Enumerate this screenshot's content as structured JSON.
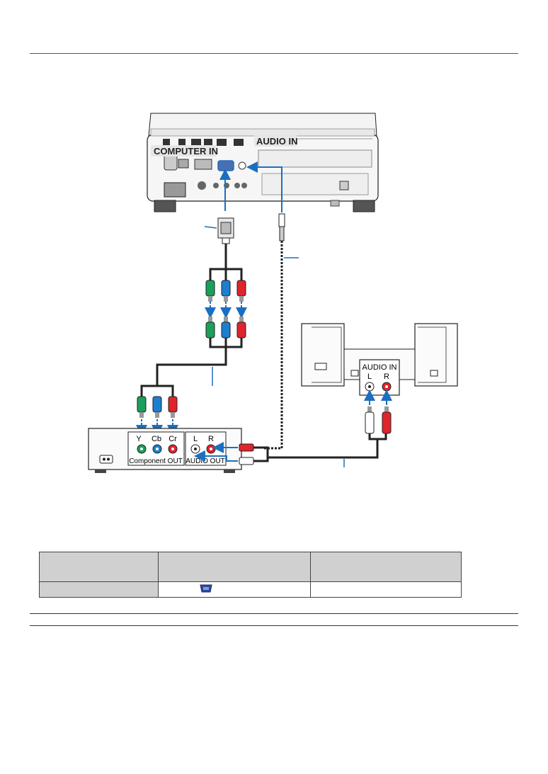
{
  "labels": {
    "computer_in": "COMPUTER IN",
    "audio_in_projector": "AUDIO IN",
    "speaker_audio_in": "AUDIO IN",
    "speaker_l": "L",
    "speaker_r": "R",
    "dvd_y": "Y",
    "dvd_cb": "Cb",
    "dvd_cr": "Cr",
    "dvd_component_out": "Component OUT",
    "dvd_l": "L",
    "dvd_r": "R",
    "dvd_audio_out": "AUDIO OUT"
  },
  "colors": {
    "accent": "#1a6fc0",
    "rca_green": "#1aa05a",
    "rca_blue": "#1c7fd0",
    "rca_red": "#e0242c"
  },
  "table": {
    "header": [
      "",
      "",
      ""
    ],
    "row": [
      "",
      "",
      ""
    ],
    "row_icon": "vga-port-icon"
  }
}
